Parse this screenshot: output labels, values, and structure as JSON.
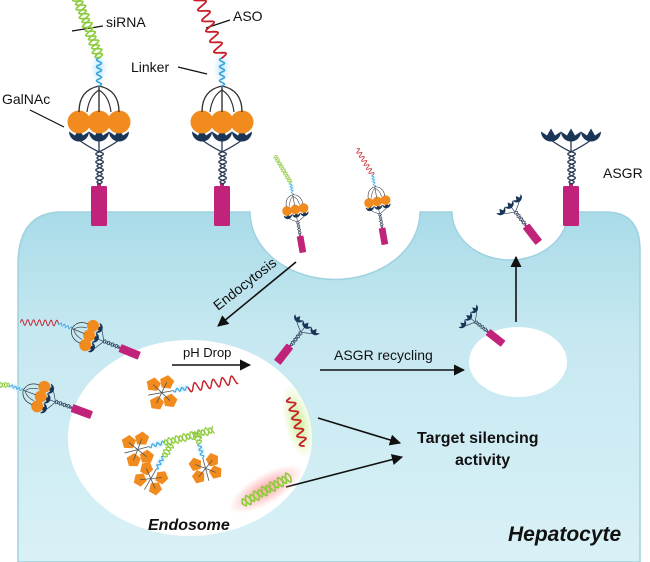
{
  "labels": {
    "sirna": "siRNA",
    "aso": "ASO",
    "linker": "Linker",
    "galnac": "GalNAc",
    "asgr": "ASGR",
    "endocytosis": "Endocytosis",
    "ph_drop": "pH Drop",
    "asgr_recycling": "ASGR recycling",
    "target_line1": "Target silencing",
    "target_line2": "activity",
    "endosome": "Endosome",
    "hepatocyte": "Hepatocyte"
  },
  "colors": {
    "cell": "#bfe4ee",
    "cell_edge": "#a6d6e3",
    "receptor": "#c2237a",
    "receptor_cup": "#1b3557",
    "galnac": "#f28b1e",
    "sirna": "#8ccc3c",
    "aso": "#c8202a",
    "linker": "#3aa6dd",
    "vesicle": "#ffffff"
  }
}
